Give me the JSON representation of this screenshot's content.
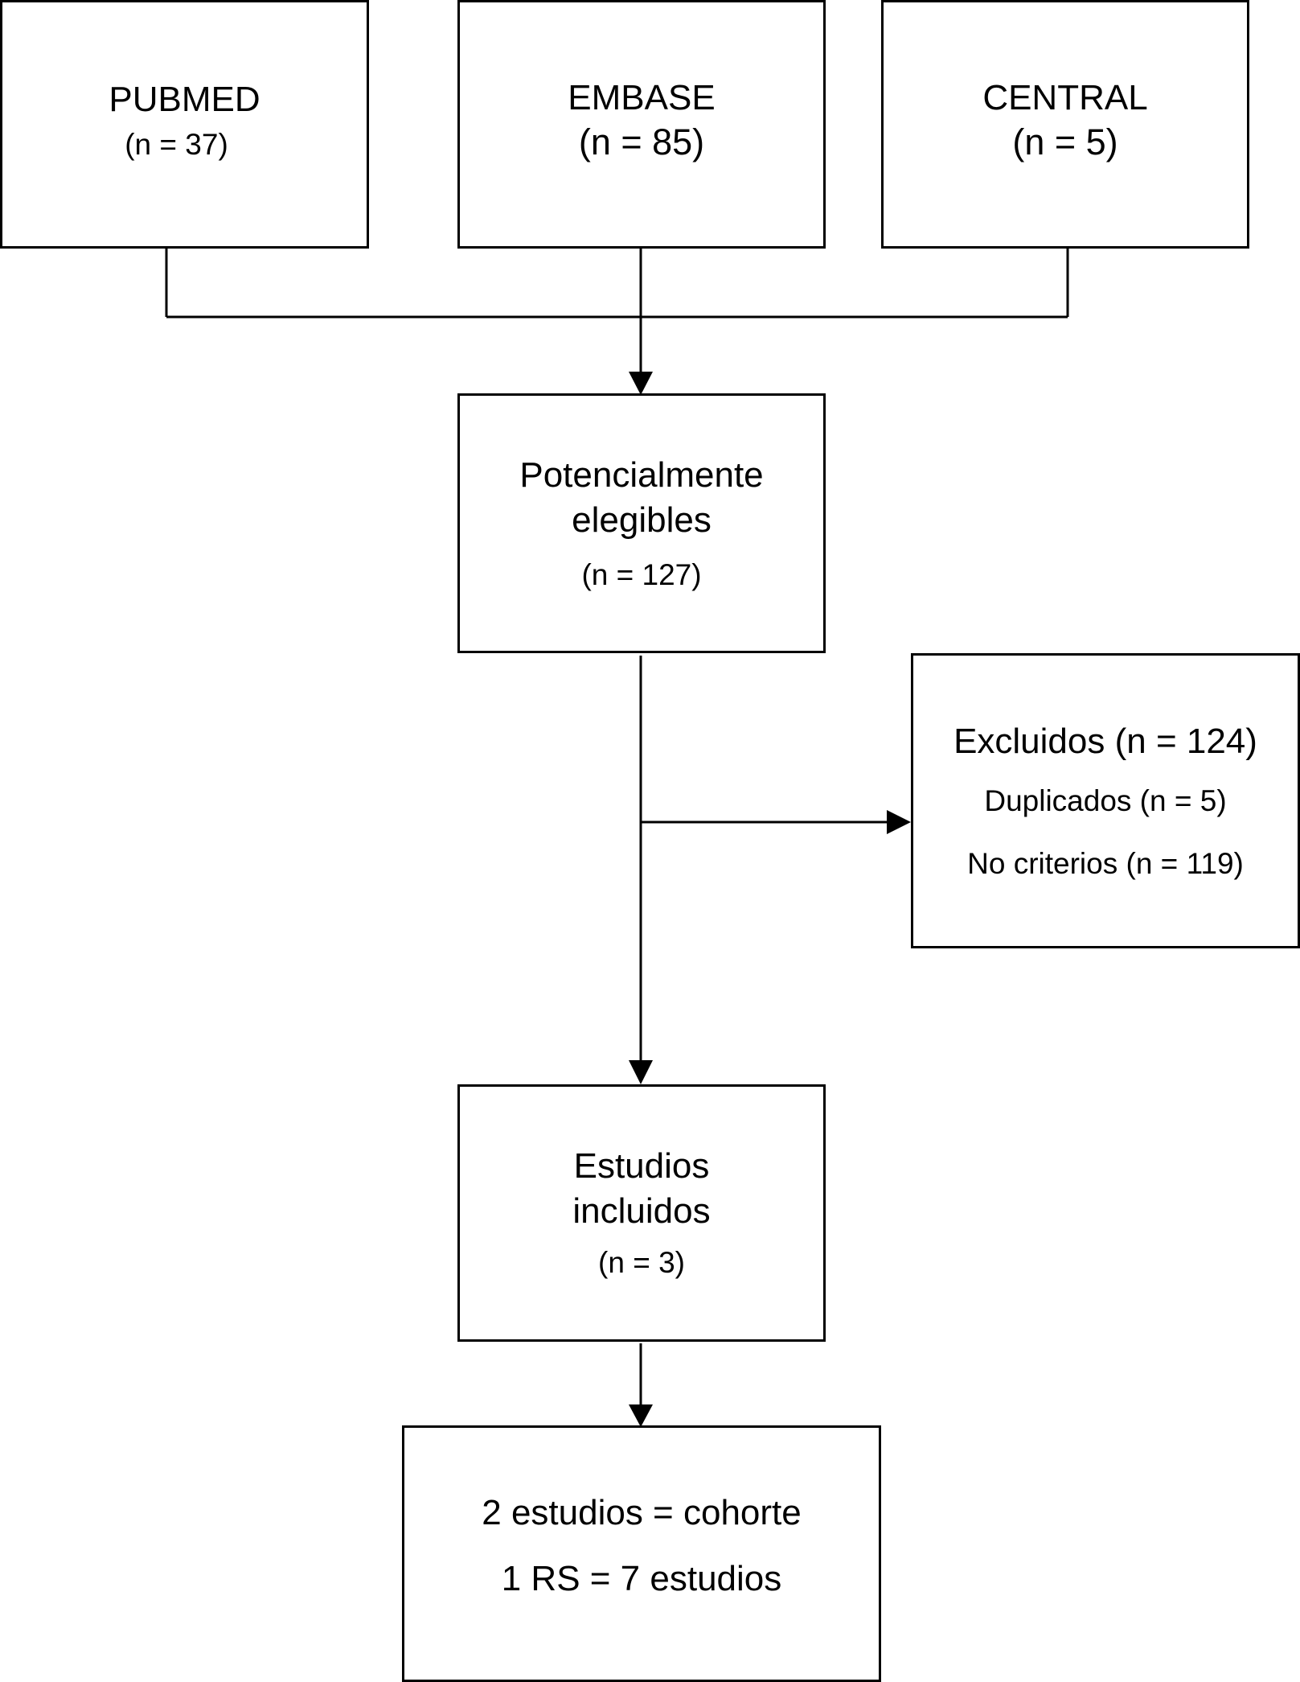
{
  "sources": [
    {
      "name": "PUBMED",
      "count": "(n = 37)"
    },
    {
      "name": "EMBASE",
      "count": "(n = 85)"
    },
    {
      "name": "CENTRAL",
      "count": "(n = 5)"
    }
  ],
  "eligible": {
    "line1": "Potencialmente",
    "line2": "elegibles",
    "count": "(n = 127)"
  },
  "excluded": {
    "title": "Excluidos (n = 124)",
    "duplicates": "Duplicados (n = 5)",
    "no_criteria": "No criterios (n = 119)"
  },
  "included": {
    "line1": "Estudios",
    "line2": "incluidos",
    "count": "(n = 3)"
  },
  "final": {
    "line1": "2 estudios = cohorte",
    "line2": "1 RS = 7 estudios"
  }
}
